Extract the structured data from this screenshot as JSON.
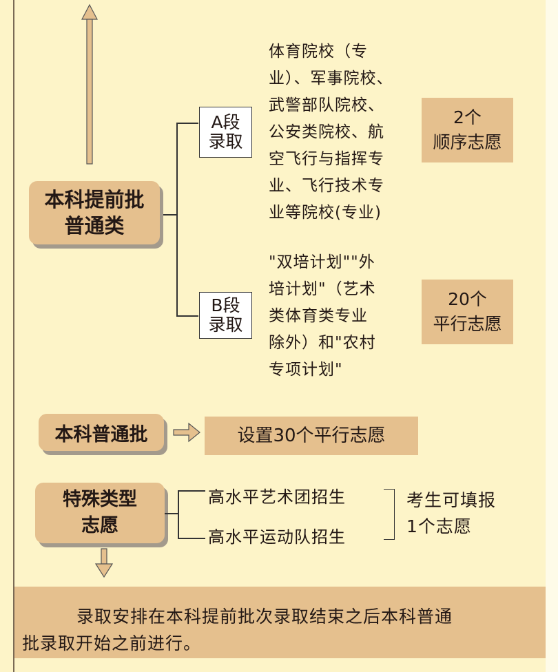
{
  "early_batch": {
    "title_line1": "本科提前批",
    "title_line2": "普通类",
    "segment_a": {
      "label_line1": "A段",
      "label_line2": "录取",
      "description_lines": [
        "体育院校（专",
        "业）、军事院校、",
        "武警部队院校、",
        "公安类院校、航",
        "空飞行与指挥专",
        "业、飞行技术专",
        "业等院校(专业)"
      ],
      "result_line1": "2个",
      "result_line2": "顺序志愿"
    },
    "segment_b": {
      "label_line1": "B段",
      "label_line2": "录取",
      "description_lines": [
        "\"双培计划\"\"外",
        "培计划\"（艺术",
        "类体育类专业",
        "除外）和\"农村",
        "专项计划\""
      ],
      "result_line1": "20个",
      "result_line2": "平行志愿"
    }
  },
  "regular_batch": {
    "title": "本科普通批",
    "result": "设置30个平行志愿"
  },
  "special_type": {
    "title_line1": "特殊类型",
    "title_line2": "志愿",
    "items": [
      "高水平艺术团招生",
      "高水平运动队招生"
    ],
    "result_line1": "考生可填报",
    "result_line2": "1个志愿"
  },
  "note": {
    "line1": "录取安排在本科提前批次录取结束之后本科普通",
    "line2": "批录取开始之前进行。"
  },
  "colors": {
    "background": "#fdf4c8",
    "box": "#e5c08e",
    "shadow": "#a39a8c"
  }
}
